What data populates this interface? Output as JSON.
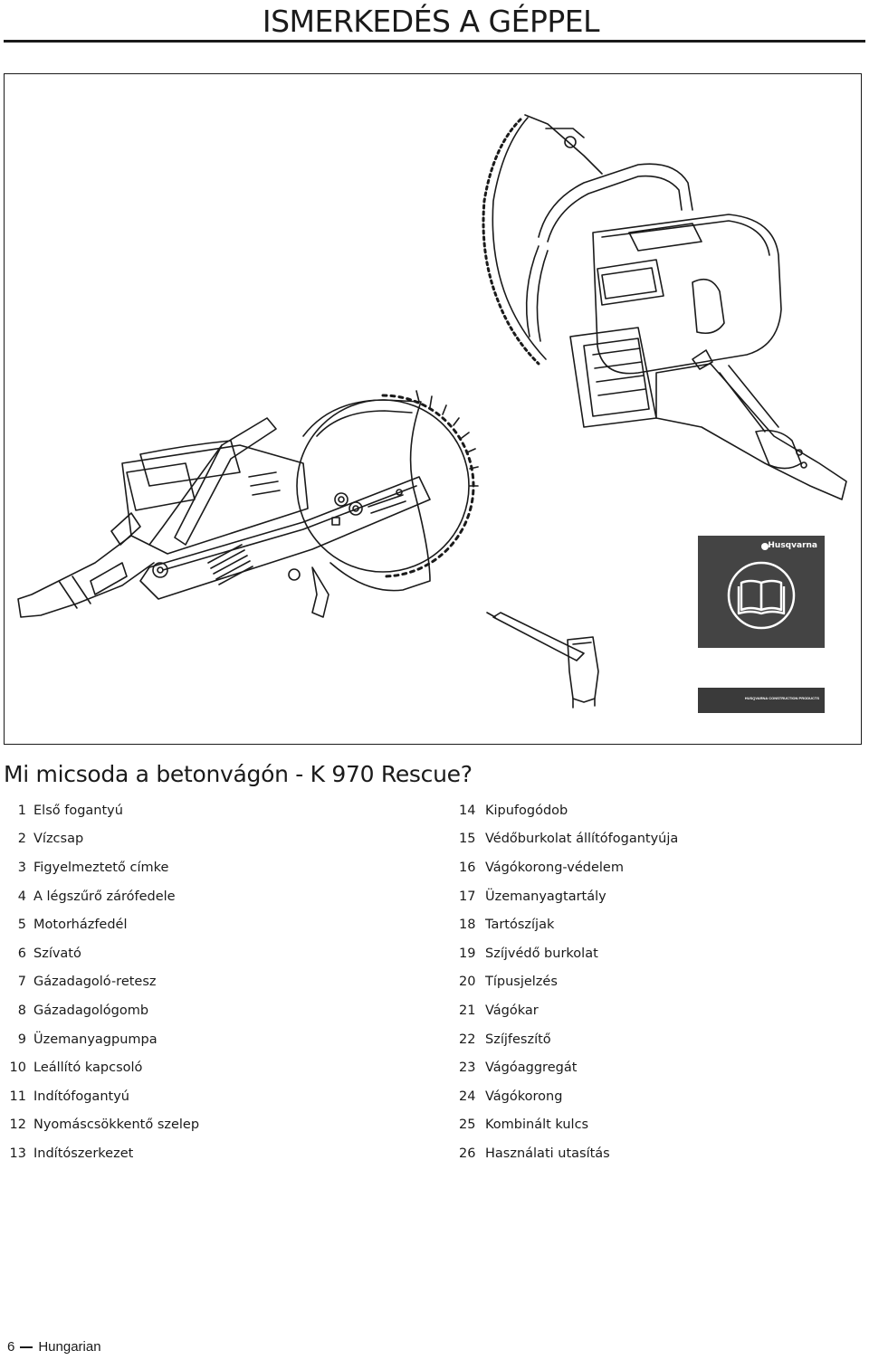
{
  "header": {
    "title": "ISMERKEDÉS A GÉPPEL"
  },
  "figure": {
    "manual_brand": "Husqvarna",
    "manual_footer": "HUSQVARNA CONSTRUCTION PRODUCTS",
    "book_icon": "open-book-icon",
    "brand_icon": "husqvarna-crown-icon"
  },
  "section": {
    "heading": "Mi micsoda a betonvágón - K 970 Rescue?"
  },
  "parts_left": [
    {
      "num": "1",
      "label": "Első fogantyú"
    },
    {
      "num": "2",
      "label": "Vízcsap"
    },
    {
      "num": "3",
      "label": "Figyelmeztető címke"
    },
    {
      "num": "4",
      "label": "A légszűrő zárófedele"
    },
    {
      "num": "5",
      "label": "Motorházfedél"
    },
    {
      "num": "6",
      "label": "Szívató"
    },
    {
      "num": "7",
      "label": "Gázadagoló-retesz"
    },
    {
      "num": "8",
      "label": "Gázadagológomb"
    },
    {
      "num": "9",
      "label": "Üzemanyagpumpa"
    },
    {
      "num": "10",
      "label": "Leállító kapcsoló"
    },
    {
      "num": "11",
      "label": "Indítófogantyú"
    },
    {
      "num": "12",
      "label": "Nyomáscsökkentő szelep"
    },
    {
      "num": "13",
      "label": "Indítószerkezet"
    }
  ],
  "parts_right": [
    {
      "num": "14",
      "label": "Kipufogódob"
    },
    {
      "num": "15",
      "label": "Védőburkolat állítófogantyúja"
    },
    {
      "num": "16",
      "label": "Vágókorong-védelem"
    },
    {
      "num": "17",
      "label": "Üzemanyagtartály"
    },
    {
      "num": "18",
      "label": "Tartószíjak"
    },
    {
      "num": "19",
      "label": "Szíjvédő burkolat"
    },
    {
      "num": "20",
      "label": "Típusjelzés"
    },
    {
      "num": "21",
      "label": "Vágókar"
    },
    {
      "num": "22",
      "label": "Szíjfeszítő"
    },
    {
      "num": "23",
      "label": "Vágóaggregát"
    },
    {
      "num": "24",
      "label": "Vágókorong"
    },
    {
      "num": "25",
      "label": "Kombinált kulcs"
    },
    {
      "num": "26",
      "label": "Használati utasítás"
    }
  ],
  "footer": {
    "page_number": "6",
    "language": "Hungarian"
  }
}
